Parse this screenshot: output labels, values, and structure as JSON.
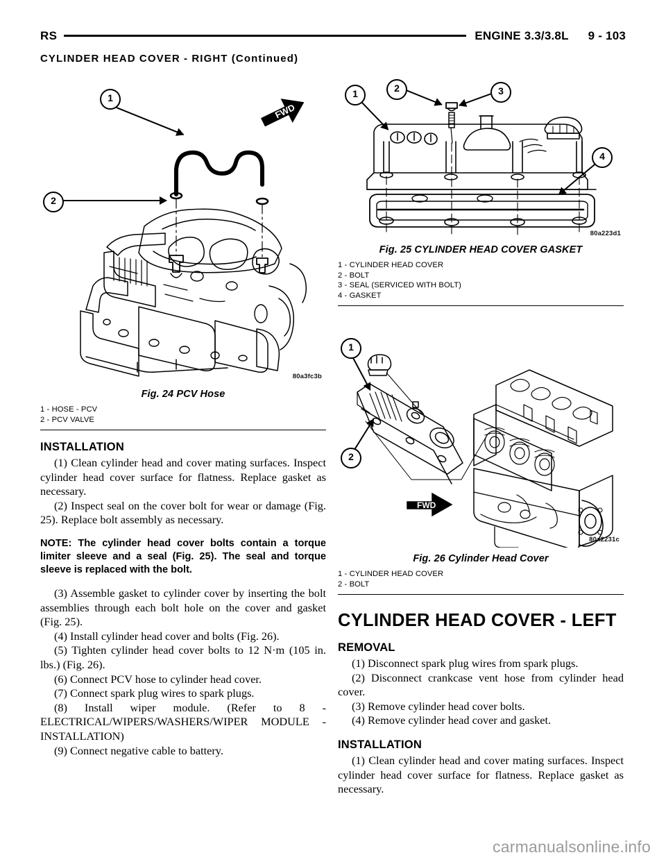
{
  "header": {
    "left_code": "RS",
    "section_title": "ENGINE 3.3/3.8L",
    "page_number": "9 - 103",
    "running_title": "CYLINDER HEAD COVER - RIGHT (Continued)"
  },
  "left_column": {
    "figure": {
      "image_code": "80a3fc3b",
      "caption": "Fig. 24 PCV Hose",
      "fwd_label": "FWD",
      "callouts": [
        "1",
        "2"
      ],
      "legend": [
        "1 - HOSE - PCV",
        "2 - PCV VALVE"
      ]
    },
    "installation_heading": "INSTALLATION",
    "steps_part1": [
      "(1) Clean cylinder head and cover mating surfaces. Inspect cylinder head cover surface for flatness. Replace gasket as necessary.",
      "(2) Inspect seal on the cover bolt for wear or damage (Fig. 25). Replace bolt assembly as necessary."
    ],
    "note": "NOTE: The cylinder head cover bolts contain a torque limiter sleeve and a seal (Fig. 25). The seal and torque sleeve is replaced with the bolt.",
    "steps_part2": [
      "(3) Assemble gasket to cylinder cover by inserting the bolt assemblies through each bolt hole on the cover and gasket (Fig. 25).",
      "(4) Install cylinder head cover and bolts (Fig. 26).",
      "(5) Tighten cylinder head cover bolts to 12 N·m (105 in. lbs.) (Fig. 26).",
      "(6) Connect PCV hose to cylinder head cover.",
      "(7) Connect spark plug wires to spark plugs.",
      "(8) Install wiper module. (Refer to 8 - ELECTRICAL/WIPERS/WASHERS/WIPER MODULE - INSTALLATION)",
      "(9) Connect negative cable to battery."
    ]
  },
  "right_column": {
    "figure_25": {
      "image_code": "80a223d1",
      "caption": "Fig. 25 CYLINDER HEAD COVER GASKET",
      "callouts": [
        "1",
        "2",
        "3",
        "4"
      ],
      "legend": [
        "1 - CYLINDER HEAD COVER",
        "2 - BOLT",
        "3 - SEAL (SERVICED WITH BOLT)",
        "4 - GASKET"
      ]
    },
    "figure_26": {
      "image_code": "80a2231c",
      "caption": "Fig. 26 Cylinder Head Cover",
      "fwd_label": "FWD",
      "callouts": [
        "1",
        "2"
      ],
      "legend": [
        "1 - CYLINDER HEAD COVER",
        "2 - BOLT"
      ]
    },
    "main_heading": "CYLINDER HEAD COVER - LEFT",
    "removal_heading": "REMOVAL",
    "removal_steps": [
      "(1) Disconnect spark plug wires from spark plugs.",
      "(2) Disconnect crankcase vent hose from cylinder head cover.",
      "(3) Remove cylinder head cover bolts.",
      "(4) Remove cylinder head cover and gasket."
    ],
    "installation_heading": "INSTALLATION",
    "installation_steps": [
      "(1) Clean cylinder head and cover mating surfaces. Inspect cylinder head cover surface for flatness. Replace gasket as necessary."
    ]
  },
  "watermark": "carmanualsonline.info"
}
